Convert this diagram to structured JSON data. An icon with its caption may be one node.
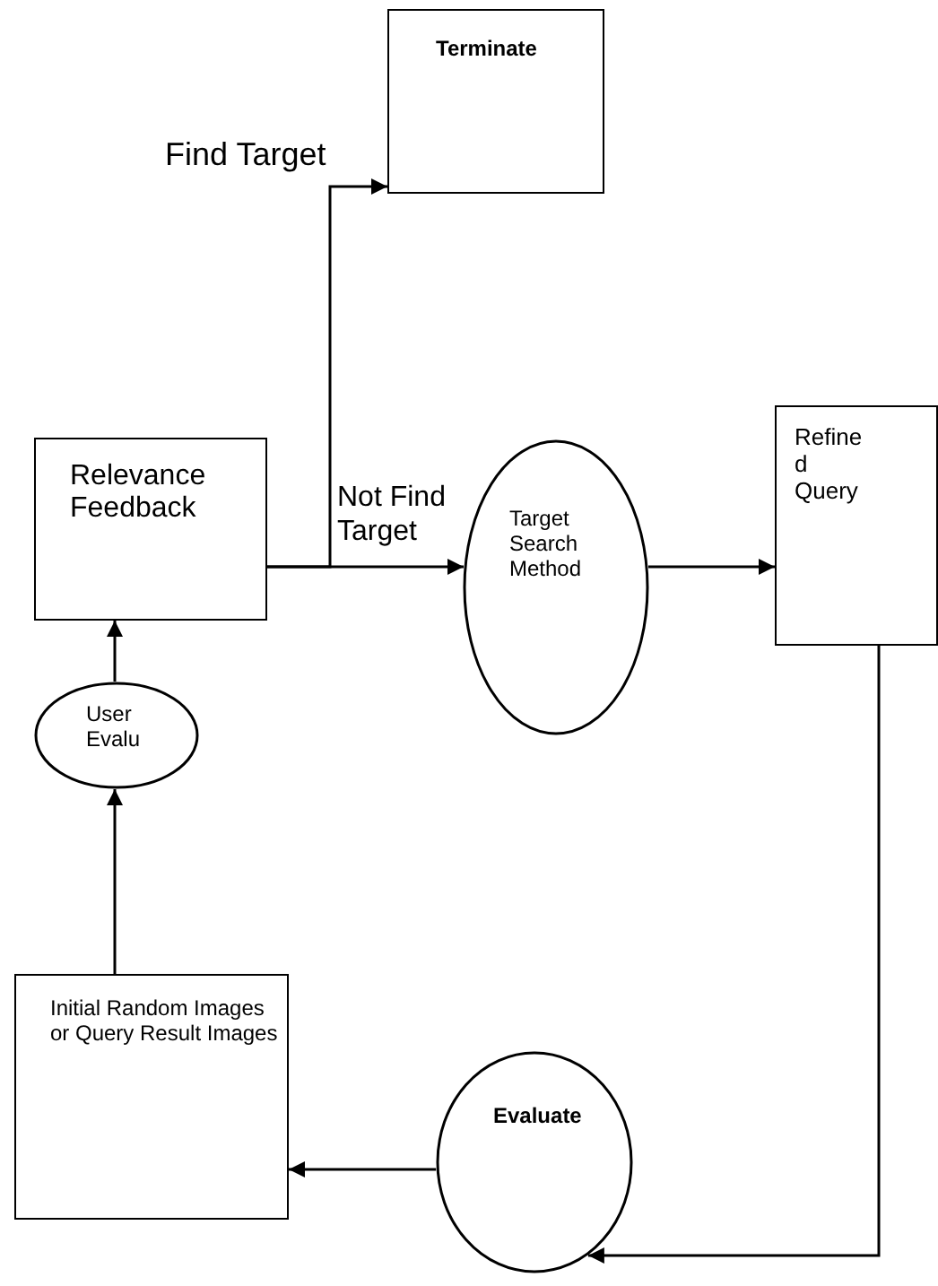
{
  "diagram": {
    "nodes": [
      {
        "text": [
          "Terminate"
        ]
      },
      {
        "text": [
          "Relevance Feedback"
        ]
      },
      {
        "text": [
          "Target Search Method"
        ]
      },
      {
        "text": [
          "Refined Query"
        ]
      },
      {
        "text": [
          "User Evalu"
        ]
      },
      {
        "text": [
          "Initial Random Images or Query Result Images"
        ]
      },
      {
        "text": [
          "Evaluate"
        ]
      }
    ],
    "edges": [
      {
        "from": 1,
        "to": 0,
        "arrow": "to",
        "label": "Find Target"
      },
      {
        "from": 1,
        "to": 2,
        "arrow": "to",
        "label": "Not Find Target"
      },
      {
        "from": 2,
        "to": 3,
        "arrow": "to"
      },
      {
        "from": 3,
        "to": 6,
        "arrow": "to"
      },
      {
        "from": 6,
        "to": 5,
        "arrow": "to"
      },
      {
        "from": 5,
        "to": 4,
        "arrow": "to"
      },
      {
        "from": 4,
        "to": 1,
        "arrow": "to"
      }
    ]
  }
}
